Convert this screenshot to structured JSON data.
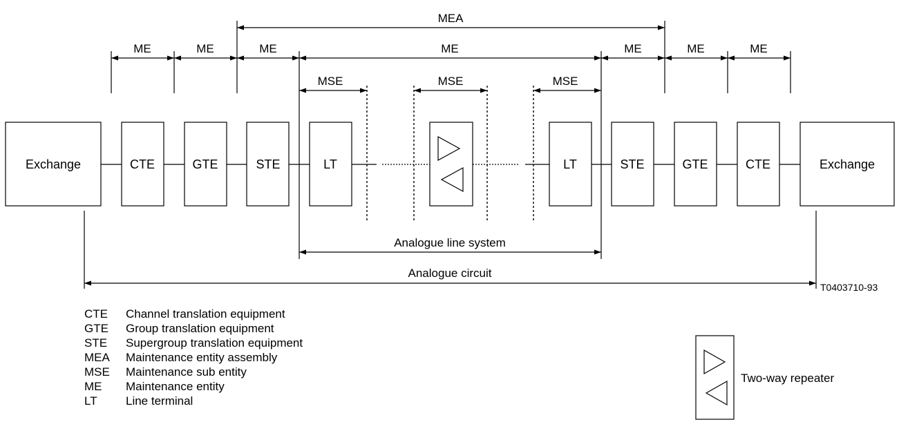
{
  "dimensions": {
    "mea": "MEA",
    "me": "ME",
    "mse": "MSE",
    "analogue_line_system": "Analogue line system",
    "analogue_circuit": "Analogue circuit"
  },
  "boxes": {
    "exchange_left": "Exchange",
    "cte_left": "CTE",
    "gte_left": "GTE",
    "ste_left": "STE",
    "lt_left": "LT",
    "lt_right": "LT",
    "ste_right": "STE",
    "gte_right": "GTE",
    "cte_right": "CTE",
    "exchange_right": "Exchange"
  },
  "figure_id": "T0403710-93",
  "legend": [
    {
      "abbr": "CTE",
      "text": "Channel translation equipment"
    },
    {
      "abbr": "GTE",
      "text": "Group translation equipment"
    },
    {
      "abbr": "STE",
      "text": "Supergroup translation equipment"
    },
    {
      "abbr": "MEA",
      "text": "Maintenance entity assembly"
    },
    {
      "abbr": "MSE",
      "text": "Maintenance sub entity"
    },
    {
      "abbr": "ME",
      "text": "Maintenance entity"
    },
    {
      "abbr": "LT",
      "text": "Line terminal"
    }
  ],
  "repeater_key": {
    "label": "Two-way repeater"
  }
}
